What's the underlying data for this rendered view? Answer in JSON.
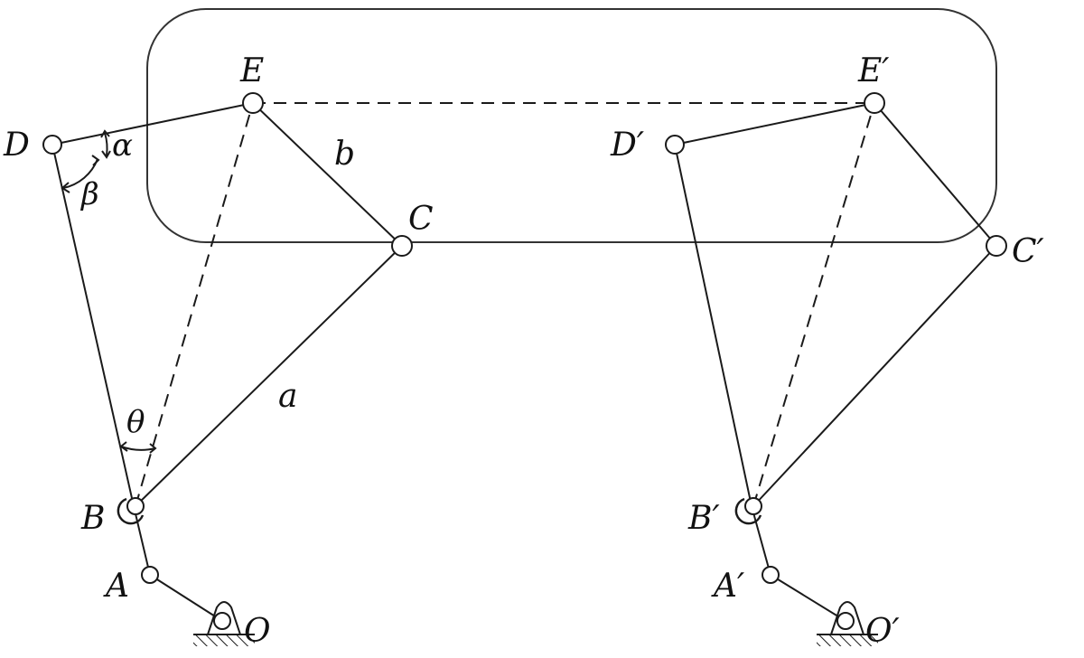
{
  "labels": {
    "D": "D",
    "E": "E",
    "C": "C",
    "B": "B",
    "A": "A",
    "O": "O",
    "b": "b",
    "a": "a",
    "alpha": "α",
    "beta": "β",
    "theta": "θ",
    "Dp": "D′",
    "Ep": "E′",
    "Cp": "C′",
    "Bp": "B′",
    "Ap": "A′",
    "Op": "O′"
  },
  "colors": {
    "stroke": "#1a1a1a",
    "body_outline": "#333333",
    "background": "#ffffff"
  }
}
